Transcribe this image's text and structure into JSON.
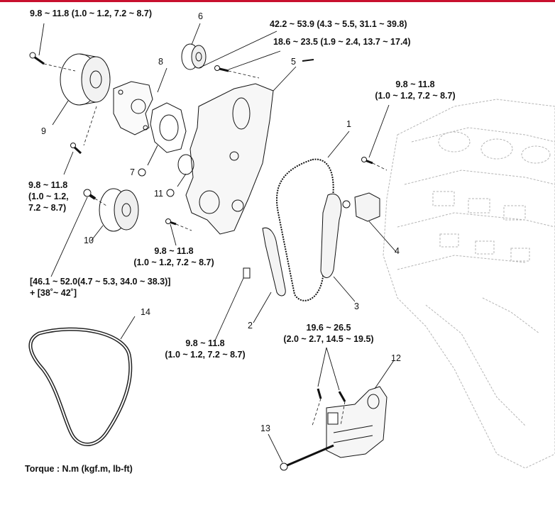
{
  "torques": {
    "t1": "9.8 ~ 11.8 (1.0 ~ 1.2, 7.2 ~ 8.7)",
    "t2": "42.2 ~ 53.9 (4.3 ~ 5.5, 31.1 ~ 39.8)",
    "t3": "18.6 ~ 23.5 (1.9 ~ 2.4, 13.7 ~ 17.4)",
    "t4_line1": "9.8 ~ 11.8",
    "t4_line2": "(1.0 ~ 1.2, 7.2 ~ 8.7)",
    "t5_line1": "9.8 ~ 11.8",
    "t5_line2": "(1.0 ~ 1.2,",
    "t5_line3": "7.2 ~ 8.7)",
    "t6_line1": "9.8 ~ 11.8",
    "t6_line2": "(1.0 ~ 1.2, 7.2 ~ 8.7)",
    "t7_line1": "[46.1 ~ 52.0(4.7 ~ 5.3, 34.0 ~ 38.3)]",
    "t7_line2": "+ [38˚~ 42˚]",
    "t8_line1": "9.8 ~ 11.8",
    "t8_line2": "(1.0 ~ 1.2, 7.2 ~ 8.7)",
    "t9_line1": "19.6 ~ 26.5",
    "t9_line2": "(2.0 ~ 2.7, 14.5 ~ 19.5)"
  },
  "callouts": {
    "c1": "1",
    "c2": "2",
    "c3": "3",
    "c4": "4",
    "c5": "5",
    "c6": "6",
    "c7": "7",
    "c8": "8",
    "c9": "9",
    "c10": "10",
    "c11": "11",
    "c12": "12",
    "c13": "13",
    "c14": "14"
  },
  "units_note": "Torque : N.m (kgf.m, lb-ft)",
  "colors": {
    "accent_bar": "#c8102e",
    "line": "#111111",
    "engine_outline": "#b5b5b5"
  }
}
